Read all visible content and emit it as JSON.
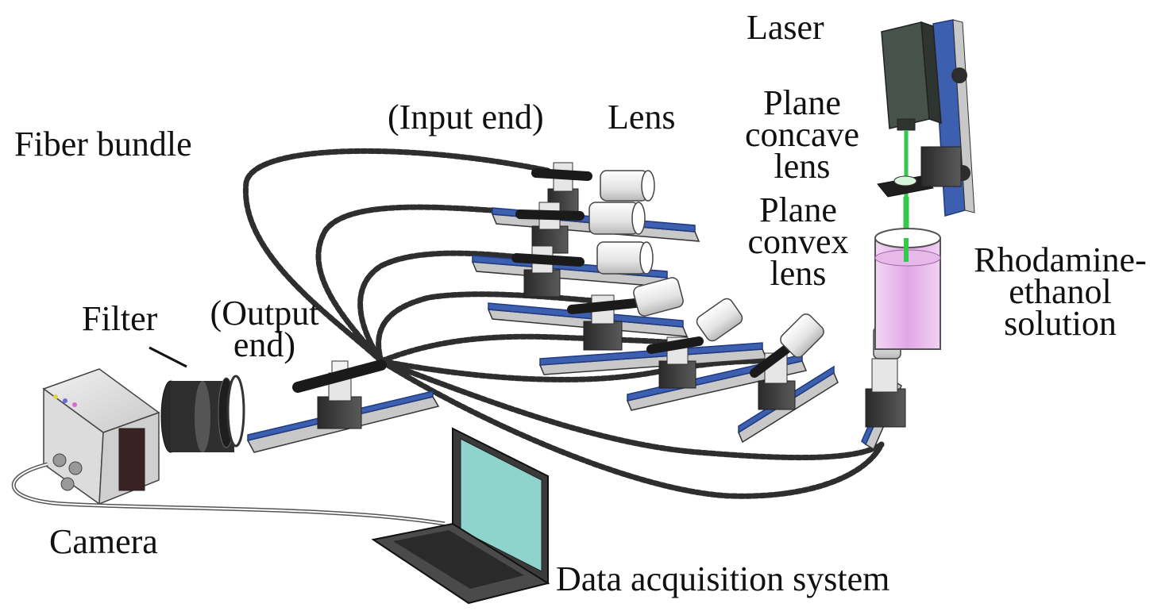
{
  "labels": {
    "laser": "Laser",
    "plane_concave": [
      "Plane",
      "concave",
      "lens"
    ],
    "input_end": "(Input end)",
    "lens": "Lens",
    "fiber_bundle": "Fiber bundle",
    "plane_convex": [
      "Plane",
      "convex",
      "lens"
    ],
    "rhodamine": [
      "Rhodamine-",
      "ethanol",
      "solution"
    ],
    "filter": "Filter",
    "output_end": [
      "(Output",
      "end)"
    ],
    "camera": "Camera",
    "data_acquisition": "Data acquisition system"
  },
  "colors": {
    "rail": "#3d5fb0",
    "rail_dark": "#1f3a80",
    "metal": "#d9d9d9",
    "metal_dark": "#8a8a8a",
    "body_dark": "#3a3a3a",
    "fiber": "#4a4a4a",
    "laser_beam": "#33c94a",
    "solution": "#e3b2e8",
    "screen": "#8fd3cd",
    "laser_body": "#48524c"
  }
}
